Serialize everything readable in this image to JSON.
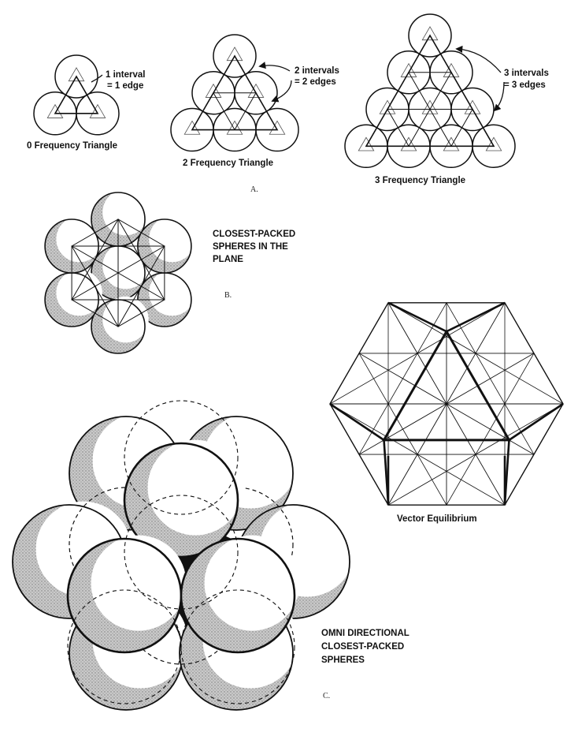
{
  "section_a": {
    "zero_freq": {
      "note_line1": "1  interval",
      "note_line2": "= 1 edge",
      "title": "0  Frequency  Triangle"
    },
    "two_freq": {
      "note_line1": "2  intervals",
      "note_line2": "= 2 edges",
      "title": "2  Frequency  Triangle"
    },
    "three_freq": {
      "note_line1": "3  intervals",
      "note_line2": "= 3 edges",
      "title": "3  Frequency  Triangle"
    },
    "caption": "A."
  },
  "section_b": {
    "title_line1": "CLOSEST-PACKED",
    "title_line2": "SPHERES  IN  THE",
    "title_line3": "PLANE",
    "caption": "B."
  },
  "vector_equilibrium": {
    "title": "Vector  Equilibrium"
  },
  "section_c": {
    "title_line1": "OMNI  DIRECTIONAL",
    "title_line2": "CLOSEST-PACKED",
    "title_line3": "SPHERES",
    "caption": "C."
  },
  "colors": {
    "ink": "#111111",
    "stipple": "#bcbcbc",
    "paper": "#ffffff"
  }
}
